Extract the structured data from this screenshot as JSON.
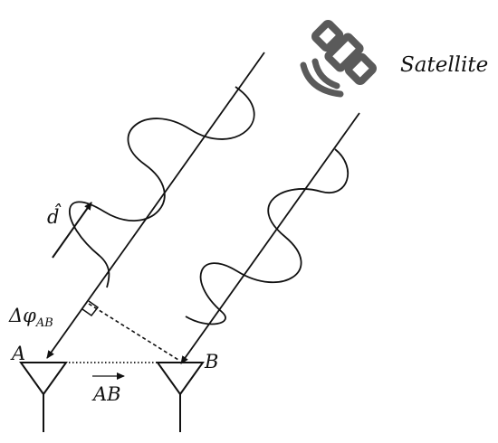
{
  "labels": {
    "satellite": "Satellite",
    "direction": "d̂",
    "phase_delta": "Δφ",
    "phase_delta_sub": "AB",
    "antenna_a": "A",
    "antenna_b": "B",
    "baseline": "AB"
  },
  "icons": {
    "satellite": "satellite-icon",
    "antenna": "antenna-icon"
  },
  "colors": {
    "ink": "#111111",
    "icon": "#5a5a5a"
  }
}
